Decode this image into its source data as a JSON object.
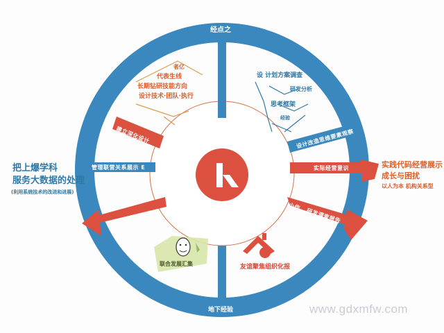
{
  "diagram": {
    "colors": {
      "ring_blue": "#3a88bd",
      "accent_red": "#dc5040",
      "accent_orange": "#e07a3a",
      "green_card": "#d8e6a8",
      "background": "#fdfdfd",
      "watermark": "#c8cdd4"
    },
    "center": {
      "logo_letter": "k",
      "icon": "k-logo-icon"
    },
    "ring": {
      "top_label": "经点之",
      "bottom_label": "地下经验"
    },
    "segments": {
      "top_left": {
        "lines": [
          "者亿",
          "代表生线",
          "长期钻研技能方向",
          "设计技术·团队·执行"
        ],
        "color": "orange"
      },
      "top_right": {
        "lines": [
          "设 计划方案调查",
          "研发分析",
          "思考框架",
          "经验"
        ],
        "color": "blue"
      },
      "left_outer": {
        "lines": [
          "把上爆学科",
          "服务大数据的处理",
          "(利用系统技术的改进和进展)"
        ],
        "color": "blue"
      },
      "right_outer": {
        "lines": [
          "实践代码经营展示",
          "成长与困扰",
          "以人为本 机构关系型"
        ],
        "color": "orange"
      },
      "bottom_left": {
        "lines": [
          "联合发展汇集"
        ],
        "icon": "portrait-icon",
        "color": "green"
      },
      "bottom_right": {
        "lines": [
          "友谊聚焦组织化报"
        ],
        "icon": "house-icon",
        "color": "red"
      }
    },
    "banners": {
      "upper_left_red": "建立深化设计",
      "left_blue": "管理联营关系展示 E",
      "upper_right_blue": "设计改造思维要素观察",
      "right_red": "实际经营意识",
      "lower_right_red": "研发调查报告",
      "lower_right_small": "小作"
    },
    "watermark": "www.gdxmfw.com"
  }
}
